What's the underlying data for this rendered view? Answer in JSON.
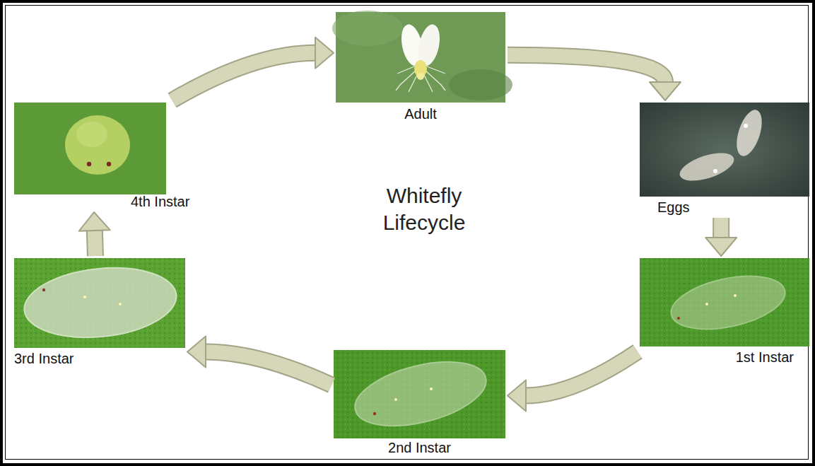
{
  "diagram": {
    "title": "Whitefly Lifecycle",
    "nodes": [
      {
        "text": [
          "Adult"
        ]
      },
      {
        "text": [
          "Eggs"
        ]
      },
      {
        "text": [
          "1st Instar"
        ]
      },
      {
        "text": [
          "2nd Instar"
        ]
      },
      {
        "text": [
          "3rd Instar"
        ]
      },
      {
        "text": [
          "4th Instar"
        ]
      }
    ],
    "edges": [
      {
        "from": 0,
        "to": 1,
        "arrow": "to"
      },
      {
        "from": 1,
        "to": 2,
        "arrow": "to"
      },
      {
        "from": 2,
        "to": 3,
        "arrow": "to"
      },
      {
        "from": 3,
        "to": 4,
        "arrow": "to"
      },
      {
        "from": 4,
        "to": 5,
        "arrow": "to"
      },
      {
        "from": 5,
        "to": 0,
        "arrow": "to"
      }
    ]
  }
}
